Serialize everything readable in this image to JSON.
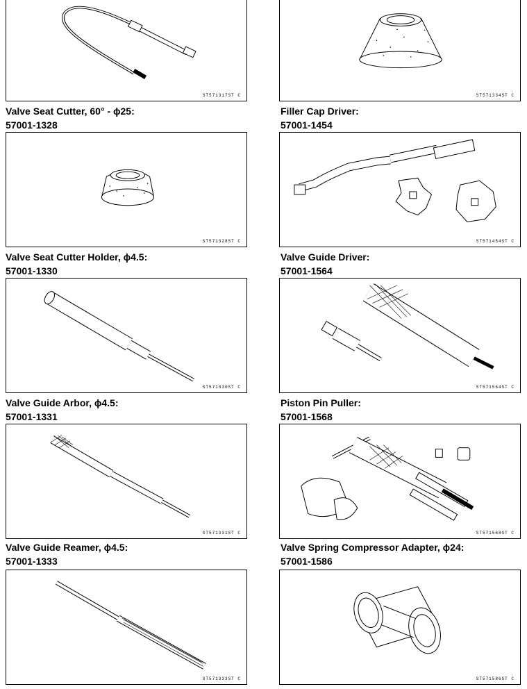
{
  "tools": [
    {
      "name": "",
      "number": "",
      "code": "ST571317ST C",
      "icon": "flexible-cable-tool-icon"
    },
    {
      "name": "",
      "number": "",
      "code": "ST571334ST C",
      "icon": "conical-cutter-icon"
    },
    {
      "name": "Valve Seat Cutter, 60° - ϕ25:",
      "number": "57001-1328",
      "code": "ST571328ST C",
      "icon": "seat-cutter-icon"
    },
    {
      "name": "Filler Cap Driver:",
      "number": "57001-1454",
      "code": "ST571454ST C",
      "icon": "filler-cap-driver-icon"
    },
    {
      "name": "Valve Seat Cutter Holder, ϕ4.5:",
      "number": "57001-1330",
      "code": "ST571330ST C",
      "icon": "cutter-holder-icon"
    },
    {
      "name": "Valve Guide Driver:",
      "number": "57001-1564",
      "code": "ST571564ST C",
      "icon": "valve-guide-driver-icon"
    },
    {
      "name": "Valve Guide Arbor, ϕ4.5:",
      "number": "57001-1331",
      "code": "ST571331ST C",
      "icon": "guide-arbor-icon"
    },
    {
      "name": "Piston Pin Puller:",
      "number": "57001-1568",
      "code": "ST571568ST C",
      "icon": "piston-pin-puller-icon"
    },
    {
      "name": "Valve Guide Reamer, ϕ4.5:",
      "number": "57001-1333",
      "code": "ST571333ST C",
      "icon": "guide-reamer-icon"
    },
    {
      "name": "Valve Spring Compressor Adapter, ϕ24:",
      "number": "57001-1586",
      "code": "ST571586ST C",
      "icon": "spring-compressor-adapter-icon"
    }
  ]
}
